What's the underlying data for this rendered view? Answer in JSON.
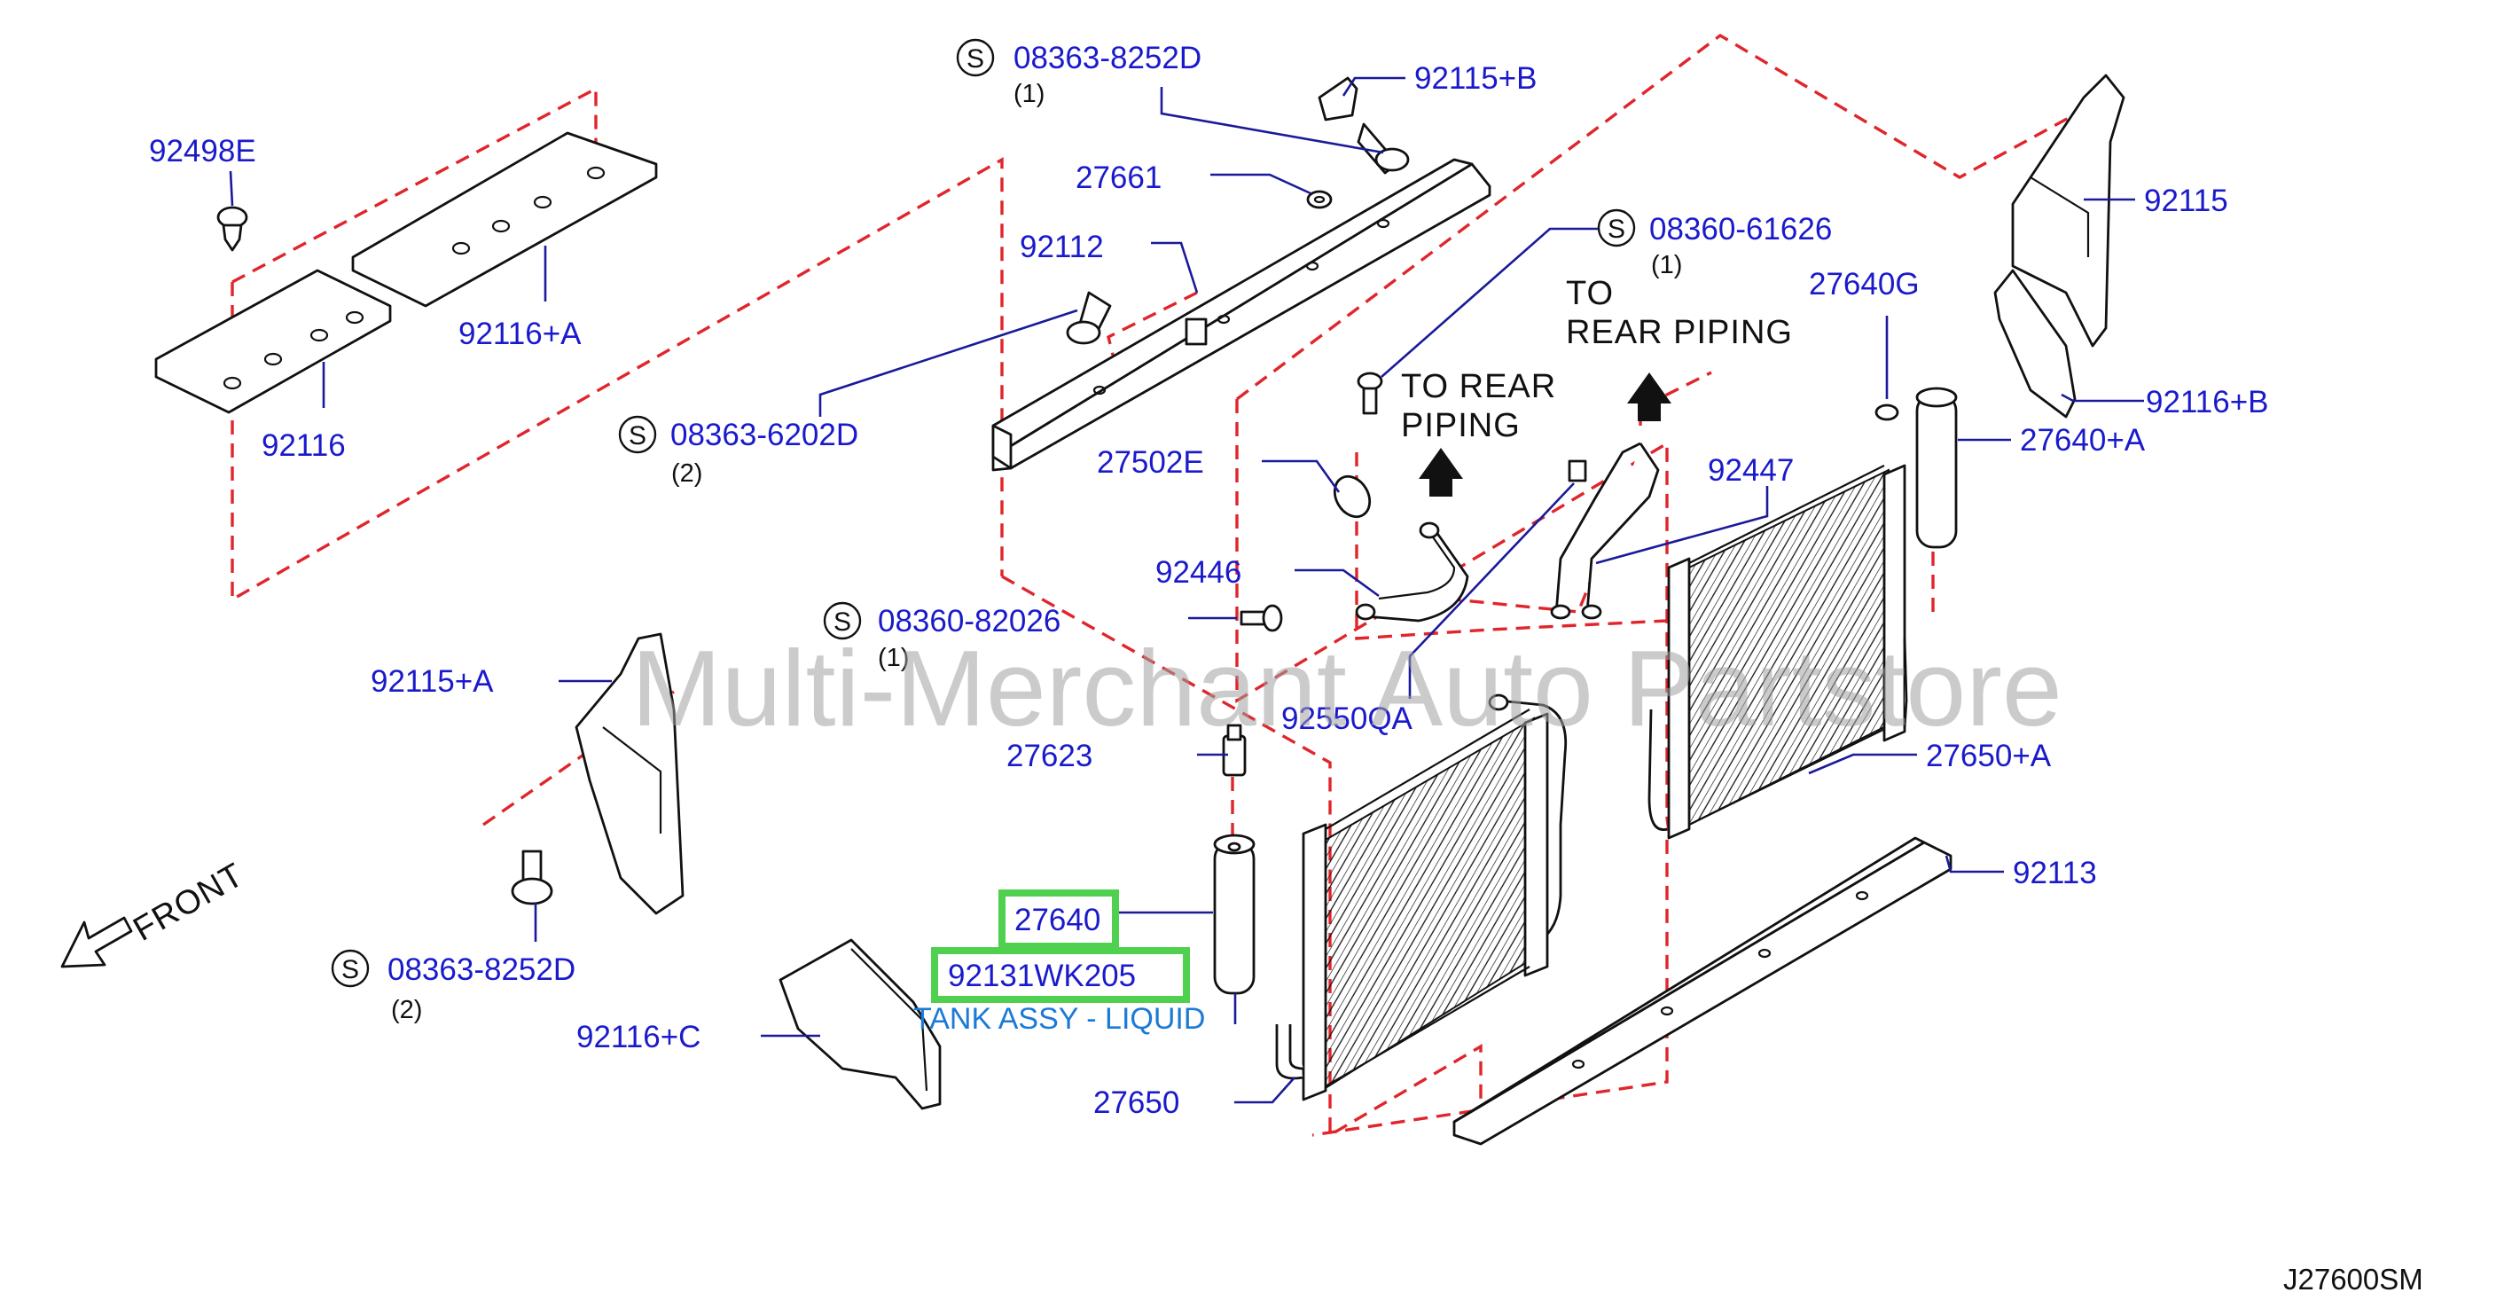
{
  "title": "",
  "diagram_code": "J27600SM",
  "watermark": "Multi-Merchant Auto Partstore",
  "service_symbol": "S",
  "notes": {
    "rear_piping_a_line1": "TO  REAR",
    "rear_piping_a_line2": "PIPING",
    "rear_piping_b_line1": "TO",
    "rear_piping_b_line2": "REAR  PIPING",
    "front": "FRONT"
  },
  "highlighted": {
    "part_number": "27640",
    "sku": "92131WK205",
    "description": "TANK ASSY - LIQUID"
  },
  "callouts": [
    {
      "id": "92498E",
      "label": "92498E",
      "qty": ""
    },
    {
      "id": "92116+A",
      "label": "92116+A",
      "qty": ""
    },
    {
      "id": "92116",
      "label": "92116",
      "qty": ""
    },
    {
      "id": "08363-8252D-top",
      "label": "08363-8252D",
      "qty": "(1)"
    },
    {
      "id": "92115+B",
      "label": "92115+B",
      "qty": ""
    },
    {
      "id": "27661",
      "label": "27661",
      "qty": ""
    },
    {
      "id": "92112",
      "label": "92112",
      "qty": ""
    },
    {
      "id": "08363-6202D",
      "label": "08363-6202D",
      "qty": "(2)"
    },
    {
      "id": "08360-61626",
      "label": "08360-61626",
      "qty": "(1)"
    },
    {
      "id": "92115",
      "label": "92115",
      "qty": ""
    },
    {
      "id": "27640G",
      "label": "27640G",
      "qty": ""
    },
    {
      "id": "92116+B",
      "label": "92116+B",
      "qty": ""
    },
    {
      "id": "27640+A",
      "label": "27640+A",
      "qty": ""
    },
    {
      "id": "27502E",
      "label": "27502E",
      "qty": ""
    },
    {
      "id": "92447",
      "label": "92447",
      "qty": ""
    },
    {
      "id": "92446",
      "label": "92446",
      "qty": ""
    },
    {
      "id": "08360-82026",
      "label": "08360-82026",
      "qty": "(1)"
    },
    {
      "id": "92115+A",
      "label": "92115+A",
      "qty": ""
    },
    {
      "id": "92550QA",
      "label": "92550QA",
      "qty": ""
    },
    {
      "id": "27623",
      "label": "27623",
      "qty": ""
    },
    {
      "id": "27650+A",
      "label": "27650+A",
      "qty": ""
    },
    {
      "id": "92113",
      "label": "92113",
      "qty": ""
    },
    {
      "id": "08363-8252D-bottom",
      "label": "08363-8252D",
      "qty": "(2)"
    },
    {
      "id": "92116+C",
      "label": "92116+C",
      "qty": ""
    },
    {
      "id": "27650",
      "label": "27650",
      "qty": ""
    }
  ],
  "colors": {
    "part_number_text": "#1a1acc",
    "leader_line": "#1a1a9a",
    "phantom_line": "#e0252b",
    "highlight_box": "#4fd14f",
    "description_text": "#1a7ad6"
  }
}
